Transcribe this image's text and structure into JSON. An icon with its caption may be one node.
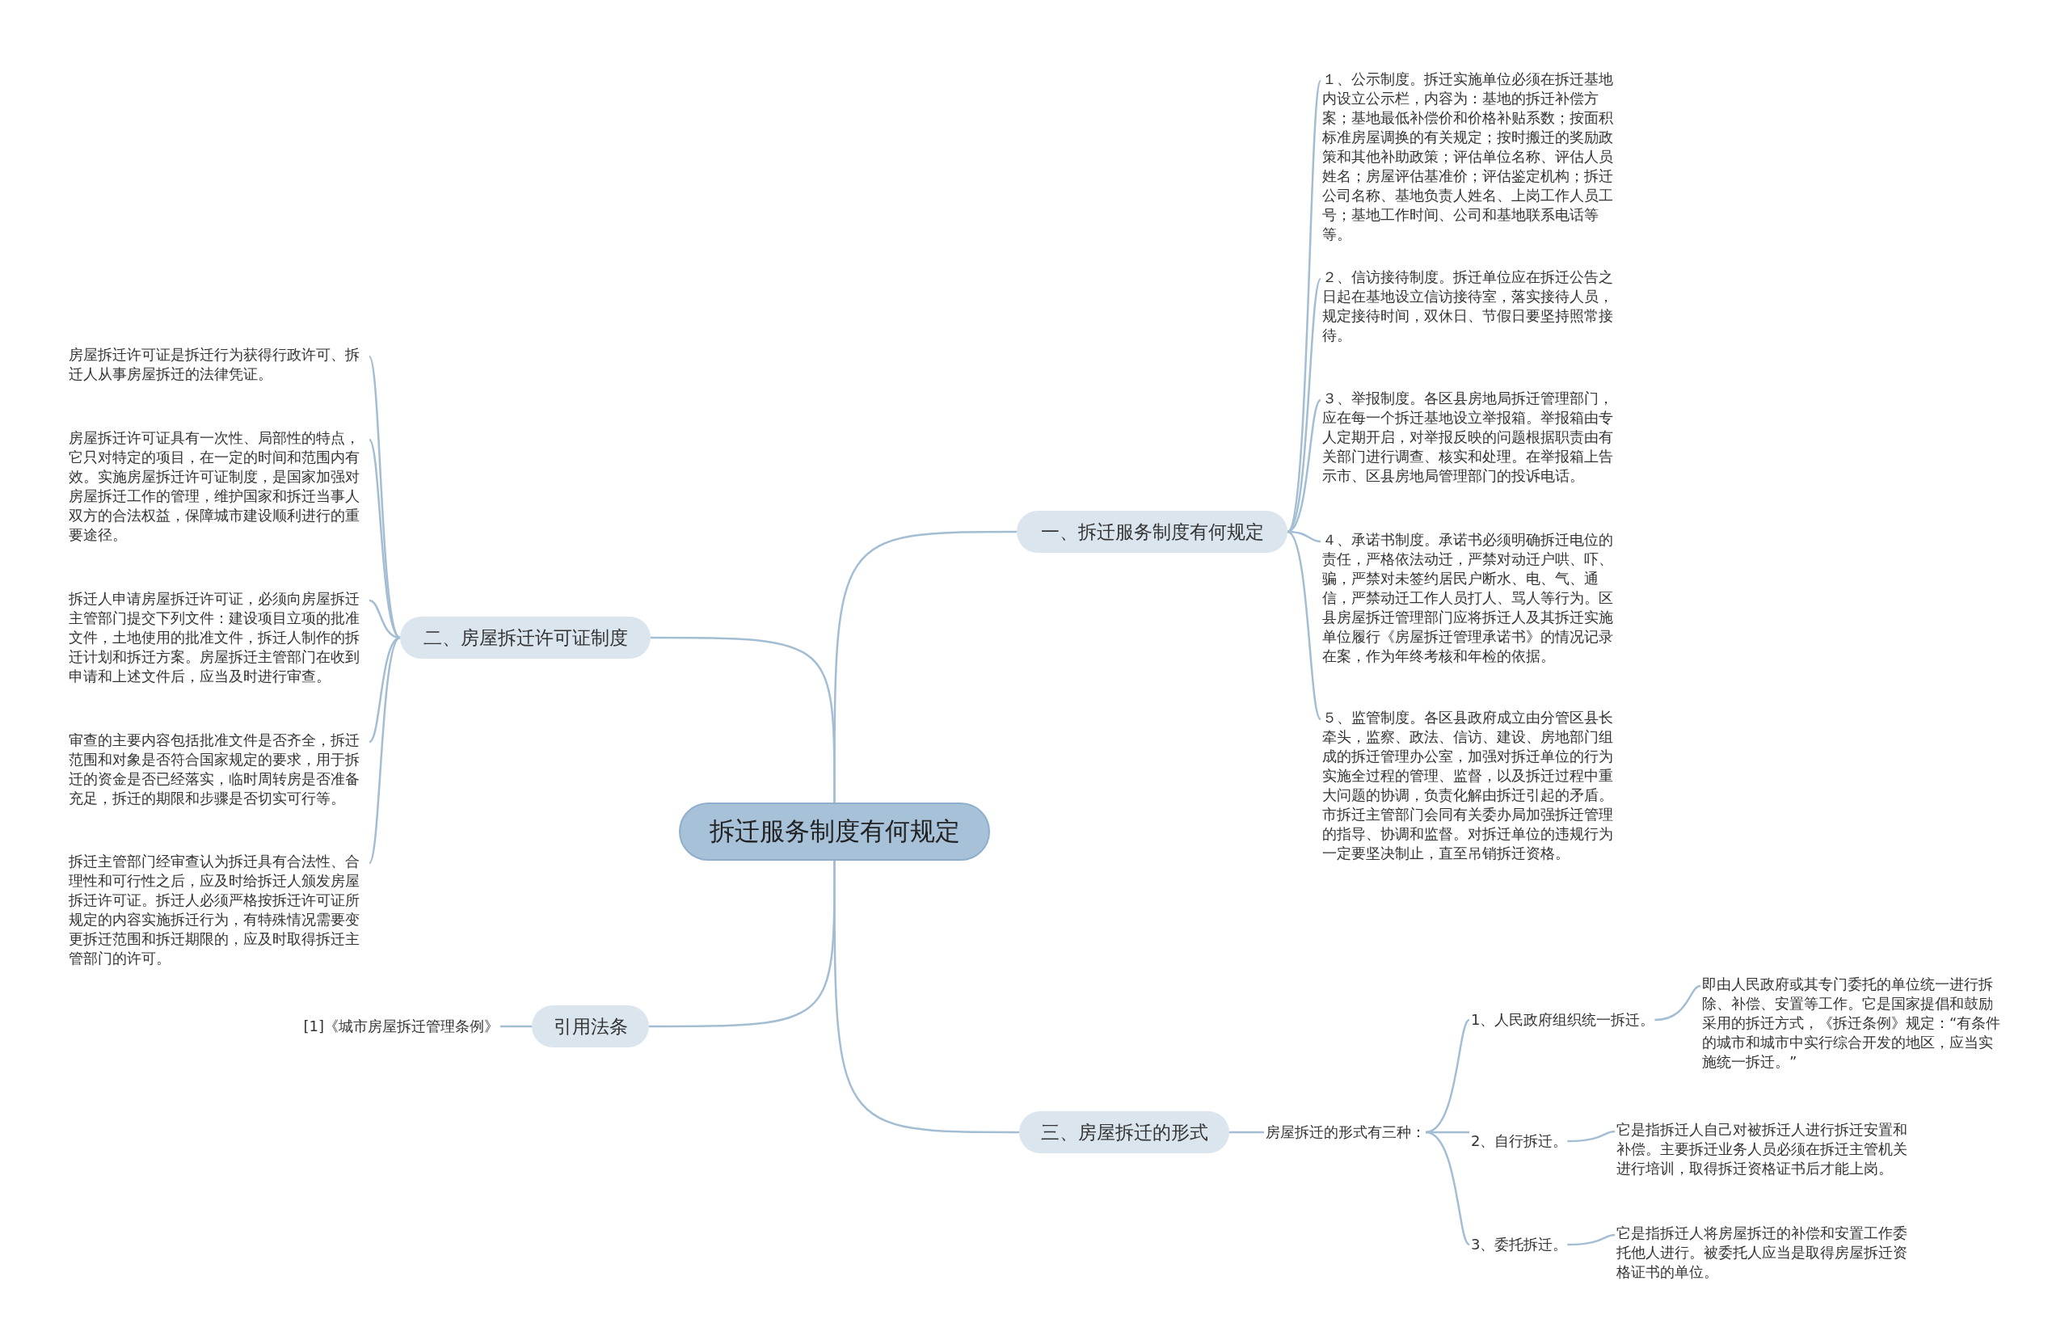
{
  "diagram": {
    "nodes": [
      {
        "text": [
          "拆迁服务制度有何规定"
        ]
      },
      {
        "text": [
          "一、拆迁服务制度有何规定"
        ]
      },
      {
        "text": [
          "１、公示制度。拆迁实施单位必须在拆迁基地内设立公示栏，内容为：基地的拆迁补偿方案；基地最低补偿价和价格补贴系数；按面积标准房屋调换的有关规定；按时搬迁的奖励政策和其他补助政策；评估单位名称、评估人员姓名；房屋评估基准价；评估鉴定机构；拆迁公司名称、基地负责人姓名、上岗工作人员工号；基地工作时间、公司和基地联系电话等等。"
        ]
      },
      {
        "text": [
          "２、信访接待制度。拆迁单位应在拆迁公告之日起在基地设立信访接待室，落实接待人员，规定接待时间，双休日、节假日要坚持照常接待。"
        ]
      },
      {
        "text": [
          "３、举报制度。各区县房地局拆迁管理部门，应在每一个拆迁基地设立举报箱。举报箱由专人定期开启，对举报反映的问题根据职责由有关部门进行调查、核实和处理。在举报箱上告示市、区县房地局管理部门的投诉电话。"
        ]
      },
      {
        "text": [
          "４、承诺书制度。承诺书必须明确拆迁电位的责任，严格依法动迁，严禁对动迁户哄、吓、骗，严禁对未签约居民户断水、电、气、通信，严禁动迁工作人员打人、骂人等行为。区县房屋拆迁管理部门应将拆迁人及其拆迁实施单位履行《房屋拆迁管理承诺书》的情况记录在案，作为年终考核和年检的依据。"
        ]
      },
      {
        "text": [
          "５、监管制度。各区县政府成立由分管区县长牵头，监察、政法、信访、建设、房地部门组成的拆迁管理办公室，加强对拆迁单位的行为实施全过程的管理、监督，以及拆迁过程中重大问题的协调，负责化解由拆迁引起的矛盾。市拆迁主管部门会同有关委办局加强拆迁管理的指导、协调和监督。对拆迁单位的违规行为一定要坚决制止，直至吊销拆迁资格。"
        ]
      },
      {
        "text": [
          "二、房屋拆迁许可证制度"
        ]
      },
      {
        "text": [
          "房屋拆迁许可证是拆迁行为获得行政许可、拆迁人从事房屋拆迁的法律凭证。"
        ]
      },
      {
        "text": [
          "房屋拆迁许可证具有一次性、局部性的特点，它只对特定的项目，在一定的时间和范围内有效。实施房屋拆迁许可证制度，是国家加强对房屋拆迁工作的管理，维护国家和拆迁当事人双方的合法权益，保障城市建设顺利进行的重要途径。"
        ]
      },
      {
        "text": [
          "拆迁人申请房屋拆迁许可证，必须向房屋拆迁主管部门提交下列文件：建设项目立项的批准文件，土地使用的批准文件，拆迁人制作的拆迁计划和拆迁方案。房屋拆迁主管部门在收到申请和上述文件后，应当及时进行审查。"
        ]
      },
      {
        "text": [
          "审查的主要内容包括批准文件是否齐全，拆迁范围和对象是否符合国家规定的要求，用于拆迁的资金是否已经落实，临时周转房是否准备充足，拆迁的期限和步骤是否切实可行等。"
        ]
      },
      {
        "text": [
          "拆迁主管部门经审查认为拆迁具有合法性、合理性和可行性之后，应及时给拆迁人颁发房屋拆迁许可证。拆迁人必须严格按拆迁许可证所规定的内容实施拆迁行为，有特殊情况需要变更拆迁范围和拆迁期限的，应及时取得拆迁主管部门的许可。"
        ]
      },
      {
        "text": [
          "引用法条"
        ]
      },
      {
        "text": [
          "[1]《城市房屋拆迁管理条例》"
        ]
      },
      {
        "text": [
          "三、房屋拆迁的形式"
        ]
      },
      {
        "text": [
          "房屋拆迁的形式有三种："
        ]
      },
      {
        "text": [
          "1、人民政府组织统一拆迁。"
        ]
      },
      {
        "text": [
          "即由人民政府或其专门委托的单位统一进行拆除、补偿、安置等工作。它是国家提倡和鼓励采用的拆迁方式，《拆迁条例》规定：“有条件的城市和城市中实行综合开发的地区，应当实施统一拆迁。”"
        ]
      },
      {
        "text": [
          "2、自行拆迁。"
        ]
      },
      {
        "text": [
          "它是指拆迁人自己对被拆迁人进行拆迁安置和补偿。主要拆迁业务人员必须在拆迁主管机关进行培训，取得拆迁资格证书后才能上岗。"
        ]
      },
      {
        "text": [
          "3、委托拆迁。"
        ]
      },
      {
        "text": [
          "它是指拆迁人将房屋拆迁的补偿和安置工作委托他人进行。被委托人应当是取得房屋拆迁资格证书的单位。"
        ]
      }
    ],
    "edges": [
      {
        "from": 0,
        "to": 1,
        "arrow": "none"
      },
      {
        "from": 0,
        "to": 7,
        "arrow": "none"
      },
      {
        "from": 0,
        "to": 13,
        "arrow": "none"
      },
      {
        "from": 0,
        "to": 15,
        "arrow": "none"
      },
      {
        "from": 1,
        "to": 2,
        "arrow": "none"
      },
      {
        "from": 1,
        "to": 3,
        "arrow": "none"
      },
      {
        "from": 1,
        "to": 4,
        "arrow": "none"
      },
      {
        "from": 1,
        "to": 5,
        "arrow": "none"
      },
      {
        "from": 1,
        "to": 6,
        "arrow": "none"
      },
      {
        "from": 7,
        "to": 8,
        "arrow": "none"
      },
      {
        "from": 7,
        "to": 9,
        "arrow": "none"
      },
      {
        "from": 7,
        "to": 10,
        "arrow": "none"
      },
      {
        "from": 7,
        "to": 11,
        "arrow": "none"
      },
      {
        "from": 7,
        "to": 12,
        "arrow": "none"
      },
      {
        "from": 13,
        "to": 14,
        "arrow": "none"
      },
      {
        "from": 15,
        "to": 16,
        "arrow": "none"
      },
      {
        "from": 16,
        "to": 17,
        "arrow": "none"
      },
      {
        "from": 16,
        "to": 19,
        "arrow": "none"
      },
      {
        "from": 16,
        "to": 21,
        "arrow": "none"
      },
      {
        "from": 17,
        "to": 18,
        "arrow": "none"
      },
      {
        "from": 19,
        "to": 20,
        "arrow": "none"
      },
      {
        "from": 21,
        "to": 22,
        "arrow": "none"
      }
    ]
  }
}
